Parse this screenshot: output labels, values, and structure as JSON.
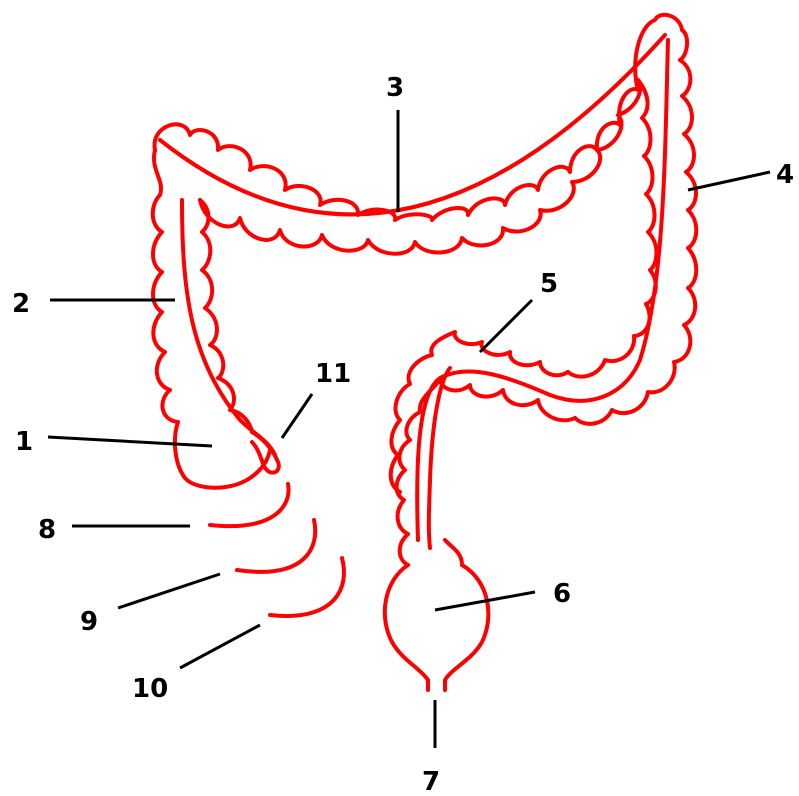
{
  "colors": {
    "organ_outline": "#ff0000",
    "labels": "#000000",
    "background": "#ffffff"
  },
  "labels": {
    "l1": "1",
    "l2": "2",
    "l3": "3",
    "l4": "4",
    "l5": "5",
    "l6": "6",
    "l7": "7",
    "l8": "8",
    "l9": "9",
    "l10": "10",
    "l11": "11"
  }
}
